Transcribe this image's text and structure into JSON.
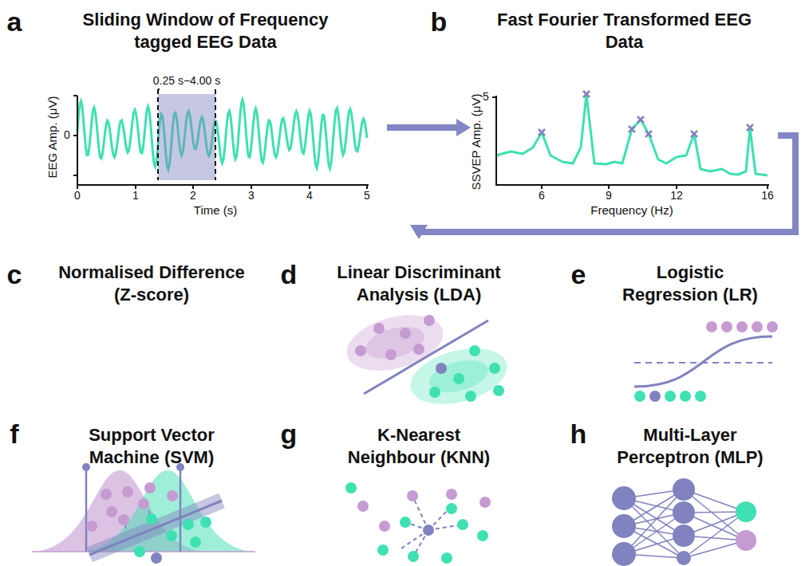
{
  "diagram": {
    "nodes": [
      {
        "text": [
          "Sliding Window of Frequency tagged EEG Data"
        ]
      },
      {
        "text": [
          "Fast Fourier Transformed EEG Data"
        ]
      },
      {
        "text": [
          "Normalised Difference (Z-score)"
        ]
      },
      {
        "text": [
          "Linear Discriminant Analysis (LDA)"
        ]
      },
      {
        "text": [
          "Logistic Regression (LR)"
        ]
      },
      {
        "text": [
          "Support Vector Machine (SVM)"
        ]
      },
      {
        "text": [
          "K-Nearest Neighbour (KNN)"
        ]
      },
      {
        "text": [
          "Multi-Layer Perceptron (MLP)"
        ]
      }
    ],
    "edges": [
      {
        "from": 0,
        "to": 1,
        "arrow": "to"
      },
      {
        "from": 1,
        "to": 3,
        "arrow": "to"
      }
    ],
    "labels": [
      "a",
      "b",
      "c",
      "d",
      "e",
      "f",
      "g",
      "h",
      "0.25 s−4.00 s",
      "EEG Amp. (μV)",
      "0",
      "0",
      "1",
      "2",
      "3",
      "4",
      "5",
      "Time (s)",
      "SSVEP Amp. (μV)",
      "5",
      "6",
      "9",
      "12",
      "16",
      "Frequency (Hz)"
    ]
  }
}
